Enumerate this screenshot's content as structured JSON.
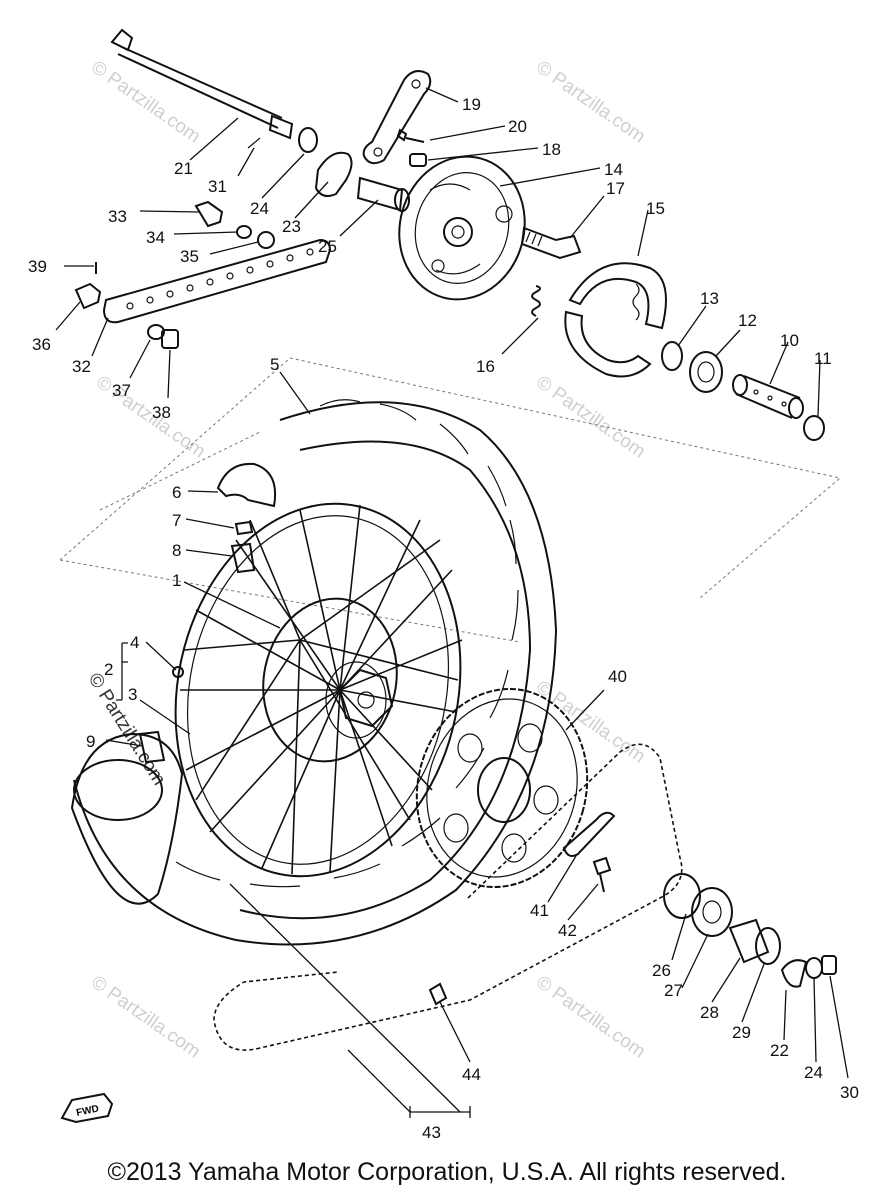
{
  "callouts": [
    "19",
    "20",
    "18",
    "14",
    "17",
    "15",
    "21",
    "31",
    "24",
    "23",
    "25",
    "33",
    "34",
    "35",
    "39",
    "36",
    "32",
    "37",
    "38",
    "16",
    "13",
    "12",
    "10",
    "11",
    "5",
    "6",
    "7",
    "8",
    "1",
    "4",
    "2",
    "3",
    "9",
    "40",
    "41",
    "42",
    "26",
    "27",
    "28",
    "29",
    "22",
    "24",
    "30",
    "44",
    "43"
  ],
  "watermark": "© Partzilla.com",
  "fwd_label": "FWD",
  "copyright": "©2013 Yamaha Motor Corporation, U.S.A. All rights reserved."
}
